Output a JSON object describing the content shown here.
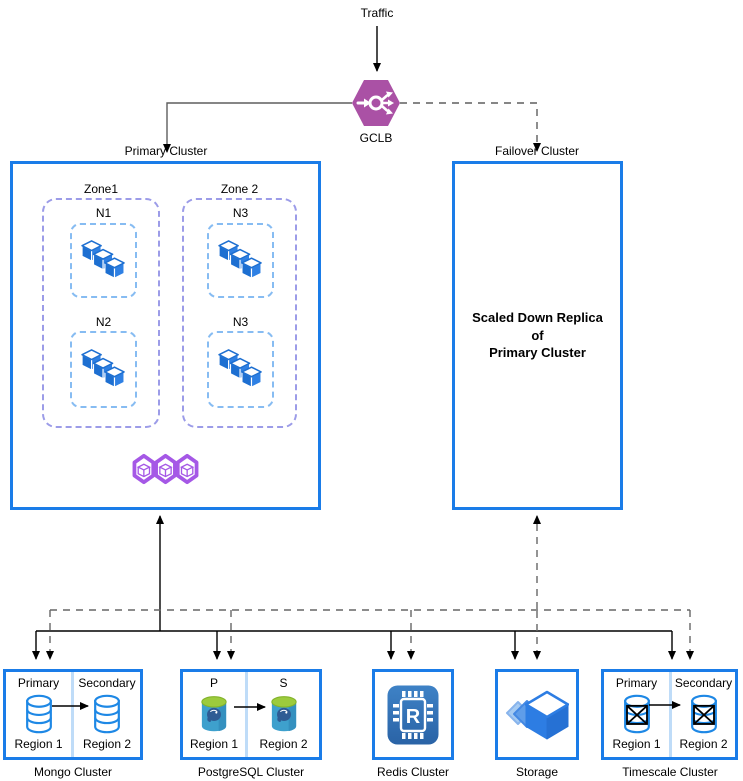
{
  "colors": {
    "cluster_border": "#1A7CE8",
    "zone_border": "#9C9CE8",
    "node_border": "#87BCF2",
    "gclb_purple": "#AA51A5",
    "pod_blue": "#1D6FD1",
    "pods_purple": "#A558E6",
    "db_stroke": "#1E88E5",
    "divider_blue": "#BFDCF8",
    "edge_solid": "#000000",
    "edge_dashed": "#666666"
  },
  "icons": {
    "gclb": "load-balancer-icon",
    "node_workload": "pods-cubes-icon",
    "cluster_workload": "pod-group-hexagons-icon",
    "database": "database-cylinder-icon",
    "database_crossed": "database-crossed-icon",
    "postgres": "postgresql-cylinder-icon",
    "redis": "redis-chip-icon",
    "storage": "storage-boxes-icon"
  },
  "traffic_label": "Traffic",
  "gclb_label": "GCLB",
  "primary_cluster": {
    "label": "Primary Cluster",
    "zones": [
      {
        "label": "Zone1",
        "nodes": [
          {
            "label": "N1"
          },
          {
            "label": "N2"
          }
        ]
      },
      {
        "label": "Zone 2",
        "nodes": [
          {
            "label": "N3"
          },
          {
            "label": "N3"
          }
        ]
      }
    ]
  },
  "failover_cluster": {
    "label": "Failover Cluster",
    "body_lines": [
      "Scaled Down Replica",
      "of",
      "Primary Cluster"
    ]
  },
  "db_clusters": {
    "mongo": {
      "name": "Mongo Cluster",
      "left_role": "Primary",
      "right_role": "Secondary",
      "left_region": "Region 1",
      "right_region": "Region 2"
    },
    "postgres": {
      "name": "PostgreSQL Cluster",
      "left_role": "P",
      "right_role": "S",
      "left_region": "Region 1",
      "right_region": "Region 2"
    },
    "redis": {
      "name": "Redis Cluster",
      "chip_letter": "R"
    },
    "storage": {
      "name": "Storage"
    },
    "timescale": {
      "name": "Timescale Cluster",
      "left_role": "Primary",
      "right_role": "Secondary",
      "left_region": "Region 1",
      "right_region": "Region 2"
    }
  }
}
